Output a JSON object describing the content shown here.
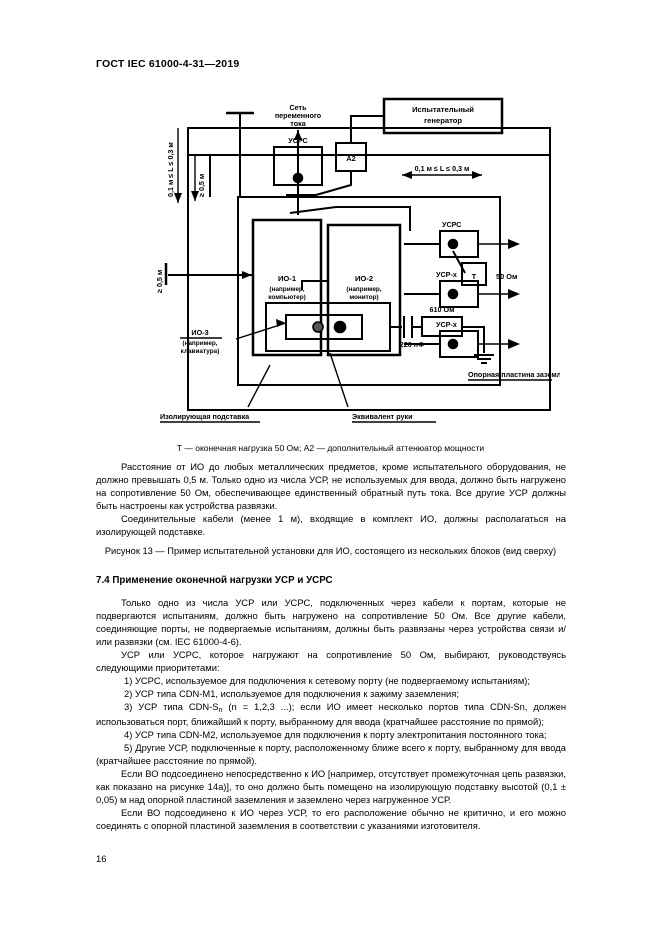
{
  "document": {
    "header": "ГОСТ IEC 61000-4-31—2019",
    "page_number": "16"
  },
  "figure": {
    "labels": {
      "ac_mains": "Сеть\nпеременного\nтока",
      "ac_mains_l1": "Сеть",
      "ac_mains_l2": "переменного",
      "ac_mains_l3": "тока",
      "test_generator_l1": "Испытательный",
      "test_generator_l2": "генератор",
      "usrs_top": "УСРС",
      "a2": "A2",
      "dim_left": "0,1 м ≤ L ≤ 0,3 м",
      "dim_05m_vert": "≥ 0,5 м",
      "dim_05m_left": "≥ 0,5 м",
      "dim_right": "0,1 м ≤ L ≤ 0,3 м",
      "eut1_l1": "ИО-1",
      "eut1_l2": "(например,",
      "eut1_l3": "компьютер)",
      "eut2_l1": "ИО-2",
      "eut2_l2": "(например,",
      "eut2_l3": "монитор)",
      "eut3_l1": "ИО-3",
      "eut3_l2": "(например,",
      "eut3_l3": "клавиатура)",
      "usrs_right": "УСРС",
      "usr_x_1": "УСР-х",
      "usr_x_2": "УСР-х",
      "t_box": "T",
      "ohm50": "50 Ом",
      "res610": "610 Ом",
      "cap220": "220 пФ",
      "ground_plate": "Опорная пластина заземления",
      "insulating_support": "Изолирующая подставка",
      "hand_equivalent": "Эквивалент руки"
    },
    "note": "Т — оконечная нагрузка 50 Ом; А2 — дополнительный аттенюатор мощности",
    "caption": "Рисунок 13 — Пример испытательной установки для ИО, состоящего из нескольких блоков (вид сверху)"
  },
  "body": {
    "para1": "Расстояние от ИО до любых металлических предметов, кроме испытательного оборудования, не должно превышать 0,5 м. Только одно из числа УСР, не используемых для ввода, должно быть нагружено на сопротивление 50 Ом, обеспечивающее единственный обратный путь тока. Все другие УСР должны быть настроены как устройства развязки.",
    "para2": "Соединительные кабели (менее 1 м), входящие в комплект ИО, должны располагаться на изолирующей подставке."
  },
  "section": {
    "heading": "7.4  Применение оконечной нагрузки УСР и УСРС",
    "para1": "Только одно из числа УСР или УСРС, подключенных через кабели к портам, которые не подвергаются испытаниям, должно быть нагружено на сопротивление 50 Ом. Все другие кабели, соединяющие порты, не подвергаемые испытаниям, должны быть развязаны через устройства связи и/или развязки (см. IEC 61000-4-6).",
    "para2": "УСР или УСРС, которое нагружают на сопротивление 50 Ом, выбирают, руководствуясь следующими приоритетами:",
    "list": [
      "1)  УСРС, используемое для подключения к сетевому порту (не подвергаемому испытаниям);",
      "2)  УСР типа CDN-M1, используемое для подключения к зажиму заземления;",
      "4)  УСР типа CDN-M2, используемое для подключения к порту электропитания постоянного тока;"
    ],
    "item3_a": "3)  УСР типа CDN-S",
    "item3_sub": "n",
    "item3_b": " (n = 1,2,3 ...); если ИО имеет несколько портов типа CDN-Sn, должен использоваться порт, ближайший к порту, выбранному для ввода (кратчайшее расстояние по прямой);",
    "item5": "5)  Другие УСР, подключенные к порту, расположенному ближе всего к порту, выбранному для ввода (кратчайшее расстояние по прямой).",
    "para3": "Если ВО подсоединено непосредственно к ИО [например, отсутствует промежуточная цепь развязки, как показано на рисунке 14a)], то оно должно быть помещено на изолирующую подставку высотой (0,1 ± 0,05) м над опорной пластиной заземления и заземлено через нагруженное УСР.",
    "para4": "Если ВО подсоединено к ИО через УСР, то его расположение обычно не критично, и его можно соединять с опорной пластиной заземления в соответствии с указаниями изготовителя."
  }
}
